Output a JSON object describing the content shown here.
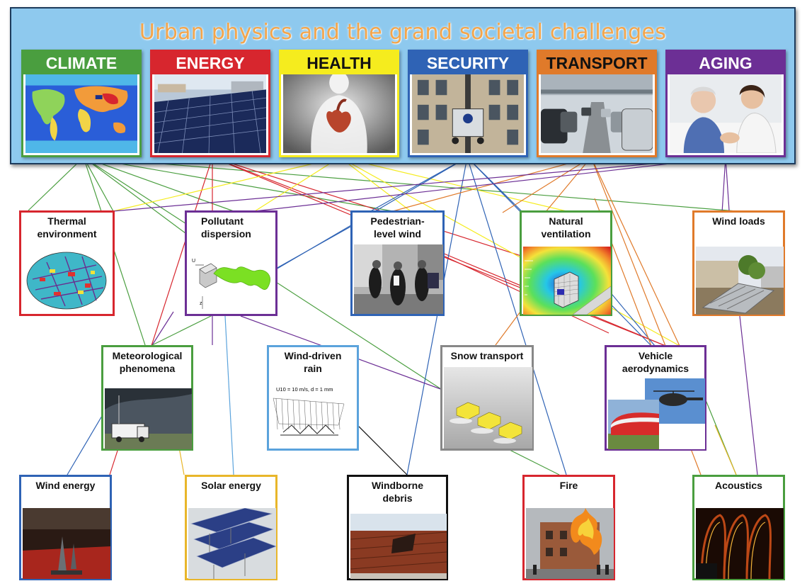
{
  "title": "Urban physics and the grand societal challenges",
  "challenges": [
    {
      "label": "CLIMATE",
      "color": "#4a9e3f",
      "text_color": "#ffffff"
    },
    {
      "label": "ENERGY",
      "color": "#d7262e",
      "text_color": "#ffffff"
    },
    {
      "label": "HEALTH",
      "color": "#f5ec1e",
      "text_color": "#111111"
    },
    {
      "label": "SECURITY",
      "color": "#2f63b5",
      "text_color": "#ffffff"
    },
    {
      "label": "TRANSPORT",
      "color": "#e07a2a",
      "text_color": "#111111"
    },
    {
      "label": "AGING",
      "color": "#6c2f95",
      "text_color": "#ffffff"
    }
  ],
  "topics": {
    "thermal": {
      "label": "Thermal environment",
      "color": "#d7262e",
      "icon": "thermal-map-icon"
    },
    "pollutant": {
      "label": "Pollutant dispersion",
      "color": "#6c2f95",
      "icon": "pollutant-plume-icon",
      "axis_u": "U",
      "axis_z": "z"
    },
    "pedestrian": {
      "label": "Pedestrian-level wind",
      "color": "#2f63b5",
      "icon": "windy-street-icon"
    },
    "ventilation": {
      "label": "Natural ventilation",
      "color": "#4a9e3f",
      "icon": "cfd-building-icon"
    },
    "windloads": {
      "label": "Wind loads",
      "color": "#e07a2a",
      "icon": "damaged-roof-icon"
    },
    "meteo": {
      "label": "Meteorological phenomena",
      "color": "#4a9e3f",
      "icon": "storm-truck-icon"
    },
    "rain": {
      "label": "Wind-driven rain",
      "color": "#5ba3dc",
      "icon": "rain-trajectories-icon",
      "annotation": "U10 = 10 m/s, d = 1 mm"
    },
    "snow": {
      "label": "Snow transport",
      "color": "#888888",
      "icon": "snow-drift-icon"
    },
    "vehicle": {
      "label": "Vehicle aerodynamics",
      "color": "#6c2f95",
      "icon": "helicopter-train-icon"
    },
    "windenergy": {
      "label": "Wind energy",
      "color": "#2f63b5",
      "icon": "wind-tunnel-icon"
    },
    "solar": {
      "label": "Solar energy",
      "color": "#e8b62a",
      "icon": "solar-array-icon"
    },
    "debris": {
      "label": "Windborne debris",
      "color": "#111111",
      "icon": "broken-tiles-icon"
    },
    "fire": {
      "label": "Fire",
      "color": "#d7262e",
      "icon": "burning-building-icon"
    },
    "acoustics": {
      "label": "Acoustics",
      "color": "#4a9e3f",
      "icon": "acoustic-field-icon"
    }
  }
}
